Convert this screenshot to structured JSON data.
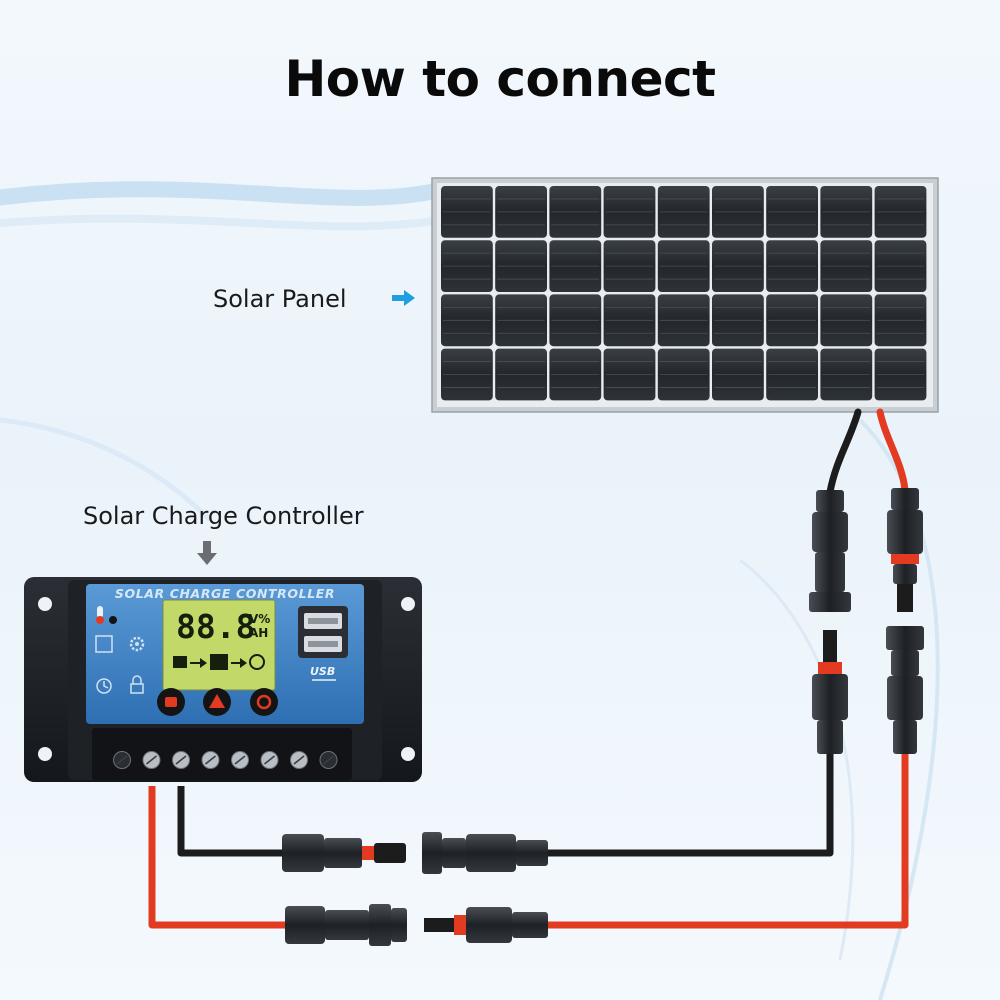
{
  "title": "How to connect",
  "labels": {
    "solar_panel": "Solar Panel",
    "controller": "Solar Charge Controller"
  },
  "controller": {
    "heading": "SOLAR CHARGE CONTROLLER",
    "lcd_digits": "88.8",
    "lcd_unit_top": "V%",
    "lcd_unit_bottom": "AH",
    "usb_label": "USB"
  },
  "colors": {
    "accent_arrow": "#1f9ee0",
    "cable_red": "#e33b22",
    "cable_black": "#1c1c1c",
    "controller_face": "#3f86c9",
    "lcd": "#c2d96a"
  },
  "icons": {
    "panel_arrow": "arrow-right-icon",
    "controller_arrow": "arrow-down-icon"
  }
}
